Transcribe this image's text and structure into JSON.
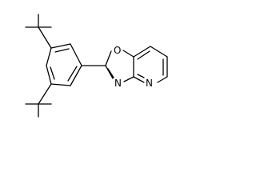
{
  "molecule": {
    "atoms": [
      {
        "id": "O1",
        "symbol": "O"
      },
      {
        "id": "N3",
        "symbol": "N"
      },
      {
        "id": "N4",
        "symbol": "N"
      }
    ]
  },
  "colors": {
    "background": "#ffffff",
    "bond": "#000000",
    "text": "#000000"
  }
}
